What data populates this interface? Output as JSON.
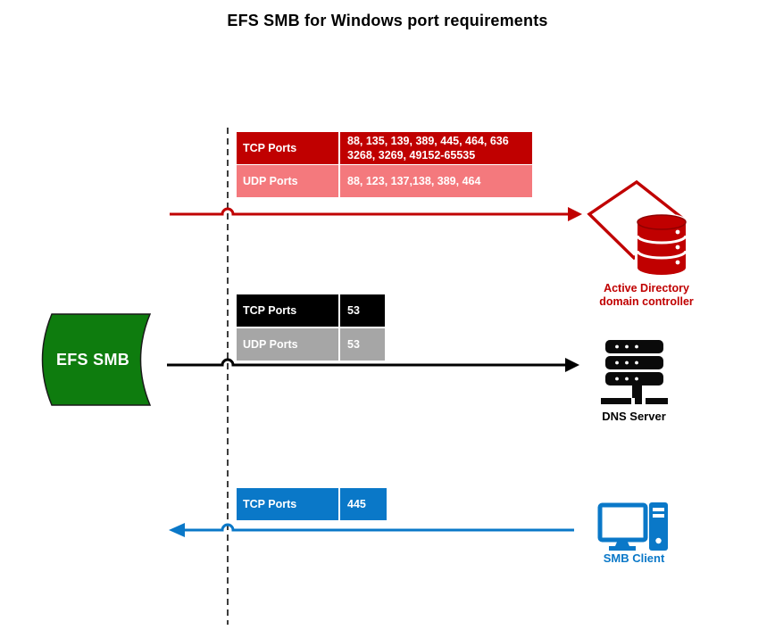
{
  "title": "EFS SMB for Windows port requirements",
  "source_node": {
    "label": "EFS SMB",
    "fill": "#0E7C0E"
  },
  "flows": [
    {
      "name": "active-directory",
      "arrow": {
        "color": "#C00000",
        "direction": "right"
      },
      "ports": [
        {
          "label": "TCP Ports",
          "value": "88, 135, 139, 389, 445, 464, 636\n3268, 3269, 49152-65535",
          "bg": "#C00000"
        },
        {
          "label": "UDP Ports",
          "value": "88, 123, 137,138, 389, 464",
          "bg": "#F4797D"
        }
      ],
      "target": {
        "label": "Active Directory\ndomain controller",
        "color": "#C00000",
        "icon": "active-directory-database-icon"
      }
    },
    {
      "name": "dns-server",
      "arrow": {
        "color": "#000000",
        "direction": "right"
      },
      "ports": [
        {
          "label": "TCP Ports",
          "value": "53",
          "bg": "#000000"
        },
        {
          "label": "UDP Ports",
          "value": "53",
          "bg": "#A6A6A6"
        }
      ],
      "target": {
        "label": "DNS Server",
        "color": "#000000",
        "icon": "server-rack-icon"
      }
    },
    {
      "name": "smb-client",
      "arrow": {
        "color": "#0A78C8",
        "direction": "left"
      },
      "ports": [
        {
          "label": "TCP Ports",
          "value": "445",
          "bg": "#0A78C8"
        }
      ],
      "target": {
        "label": "SMB Client",
        "color": "#0A78C8",
        "icon": "desktop-computer-icon"
      }
    }
  ]
}
